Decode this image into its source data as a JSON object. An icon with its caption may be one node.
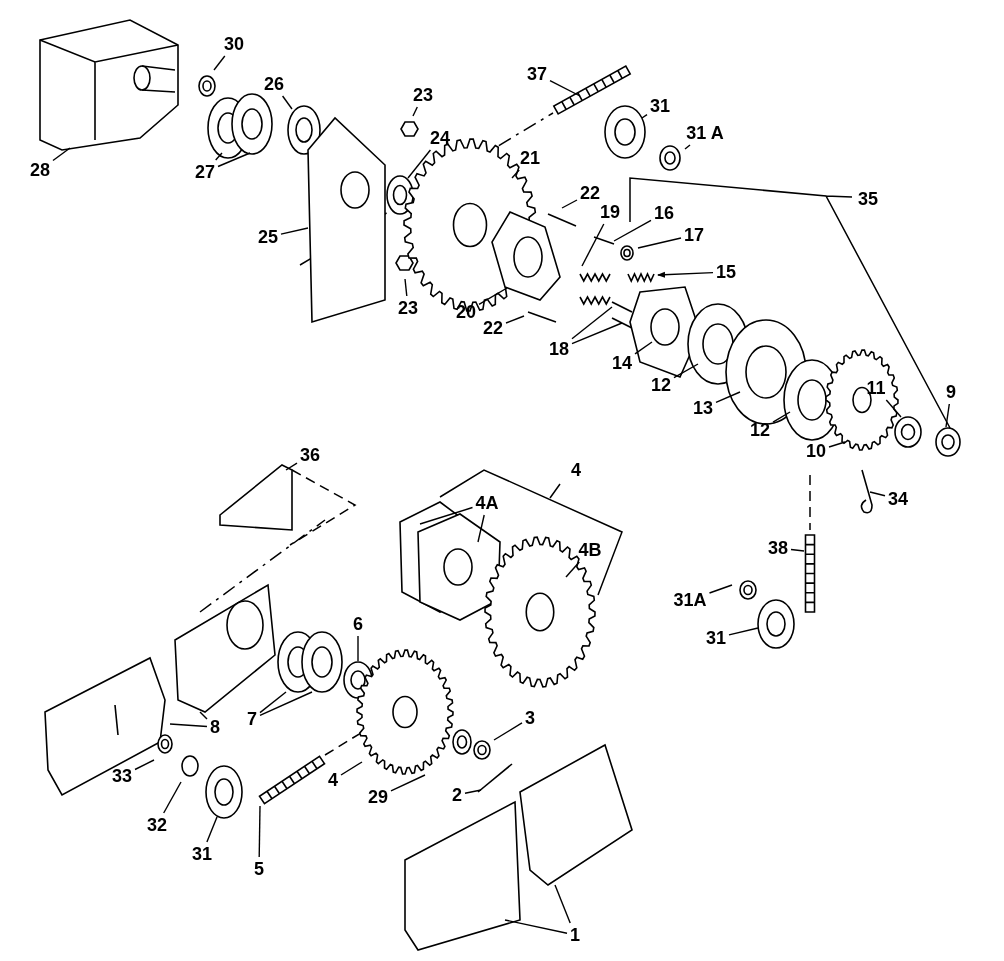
{
  "diagram": {
    "nodes": [
      {
        "text": [
          "28"
        ]
      },
      {
        "text": [
          "30"
        ]
      },
      {
        "text": [
          "27"
        ]
      },
      {
        "text": [
          "26"
        ]
      },
      {
        "text": [
          "25"
        ]
      },
      {
        "text": [
          "23"
        ]
      },
      {
        "text": [
          "24"
        ]
      },
      {
        "text": [
          "23"
        ]
      },
      {
        "text": [
          "37"
        ]
      },
      {
        "text": [
          "31"
        ]
      },
      {
        "text": [
          "31 A"
        ]
      },
      {
        "text": [
          "21"
        ]
      },
      {
        "text": [
          "22"
        ]
      },
      {
        "text": [
          "19"
        ]
      },
      {
        "text": [
          "16"
        ]
      },
      {
        "text": [
          "17"
        ]
      },
      {
        "text": [
          "15"
        ]
      },
      {
        "text": [
          "20"
        ]
      },
      {
        "text": [
          "22"
        ]
      },
      {
        "text": [
          "18"
        ]
      },
      {
        "text": [
          "14"
        ]
      },
      {
        "text": [
          "12"
        ]
      },
      {
        "text": [
          "13"
        ]
      },
      {
        "text": [
          "12"
        ]
      },
      {
        "text": [
          "10"
        ]
      },
      {
        "text": [
          "11"
        ]
      },
      {
        "text": [
          "9"
        ]
      },
      {
        "text": [
          "34"
        ]
      },
      {
        "text": [
          "36"
        ]
      },
      {
        "text": [
          "4A"
        ]
      },
      {
        "text": [
          "4B"
        ]
      },
      {
        "text": [
          "38"
        ]
      },
      {
        "text": [
          "31A"
        ]
      },
      {
        "text": [
          "31"
        ]
      },
      {
        "text": [
          "6"
        ]
      },
      {
        "text": [
          "7"
        ]
      },
      {
        "text": [
          "8"
        ]
      },
      {
        "text": [
          "33"
        ]
      },
      {
        "text": [
          "32"
        ]
      },
      {
        "text": [
          "31"
        ]
      },
      {
        "text": [
          "5"
        ]
      },
      {
        "text": [
          "4"
        ]
      },
      {
        "text": [
          "29"
        ]
      },
      {
        "text": [
          "3"
        ]
      },
      {
        "text": [
          "2"
        ]
      },
      {
        "text": [
          "1"
        ]
      }
    ],
    "edges": [
      {
        "from": 0,
        "to": null,
        "arrow": "none"
      },
      {
        "from": 1,
        "to": null,
        "arrow": "none"
      },
      {
        "from": 2,
        "to": null,
        "arrow": "none"
      },
      {
        "from": 2,
        "to": null,
        "arrow": "none"
      },
      {
        "from": 3,
        "to": null,
        "arrow": "none"
      },
      {
        "from": 4,
        "to": null,
        "arrow": "none"
      },
      {
        "from": 5,
        "to": null,
        "arrow": "none"
      },
      {
        "from": 6,
        "to": null,
        "arrow": "none"
      },
      {
        "from": 7,
        "to": null,
        "arrow": "none"
      },
      {
        "from": 8,
        "to": null,
        "arrow": "none"
      },
      {
        "from": 9,
        "to": null,
        "arrow": "none"
      },
      {
        "from": 10,
        "to": null,
        "arrow": "none"
      },
      {
        "from": 11,
        "to": null,
        "arrow": "none"
      },
      {
        "from": 12,
        "to": null,
        "arrow": "none"
      },
      {
        "from": 13,
        "to": null,
        "arrow": "none"
      },
      {
        "from": 14,
        "to": null,
        "arrow": "none"
      },
      {
        "from": 15,
        "to": null,
        "arrow": "none"
      },
      {
        "from": 16,
        "to": null,
        "arrow": "to"
      },
      {
        "from": 17,
        "to": null,
        "arrow": "none"
      },
      {
        "from": 18,
        "to": null,
        "arrow": "none"
      },
      {
        "from": 19,
        "to": null,
        "arrow": "none"
      },
      {
        "from": 19,
        "to": null,
        "arrow": "none"
      },
      {
        "from": 20,
        "to": null,
        "arrow": "none"
      },
      {
        "from": 21,
        "to": null,
        "arrow": "none"
      },
      {
        "from": 22,
        "to": null,
        "arrow": "none"
      },
      {
        "from": 23,
        "to": null,
        "arrow": "none"
      },
      {
        "from": 24,
        "to": null,
        "arrow": "none"
      },
      {
        "from": 25,
        "to": null,
        "arrow": "none"
      },
      {
        "from": 26,
        "to": null,
        "arrow": "none"
      },
      {
        "from": 27,
        "to": null,
        "arrow": "none"
      },
      {
        "from": 28,
        "to": null,
        "arrow": "none"
      },
      {
        "from": 29,
        "to": null,
        "arrow": "none"
      },
      {
        "from": 29,
        "to": null,
        "arrow": "none"
      },
      {
        "from": 30,
        "to": null,
        "arrow": "none"
      },
      {
        "from": 31,
        "to": null,
        "arrow": "none"
      },
      {
        "from": 32,
        "to": null,
        "arrow": "none"
      },
      {
        "from": 33,
        "to": null,
        "arrow": "none"
      },
      {
        "from": 34,
        "to": null,
        "arrow": "none"
      },
      {
        "from": 35,
        "to": null,
        "arrow": "none"
      },
      {
        "from": 35,
        "to": null,
        "arrow": "none"
      },
      {
        "from": 36,
        "to": null,
        "arrow": "none"
      },
      {
        "from": 36,
        "to": null,
        "arrow": "none"
      },
      {
        "from": 37,
        "to": null,
        "arrow": "none"
      },
      {
        "from": 38,
        "to": null,
        "arrow": "none"
      },
      {
        "from": 39,
        "to": null,
        "arrow": "none"
      },
      {
        "from": 40,
        "to": null,
        "arrow": "none"
      },
      {
        "from": 41,
        "to": null,
        "arrow": "none"
      },
      {
        "from": 42,
        "to": null,
        "arrow": "none"
      },
      {
        "from": 43,
        "to": null,
        "arrow": "none"
      },
      {
        "from": 44,
        "to": null,
        "arrow": "none"
      },
      {
        "from": 45,
        "to": null,
        "arrow": "none"
      },
      {
        "from": 45,
        "to": null,
        "arrow": "none"
      }
    ],
    "labels": [
      "35",
      "4"
    ]
  }
}
